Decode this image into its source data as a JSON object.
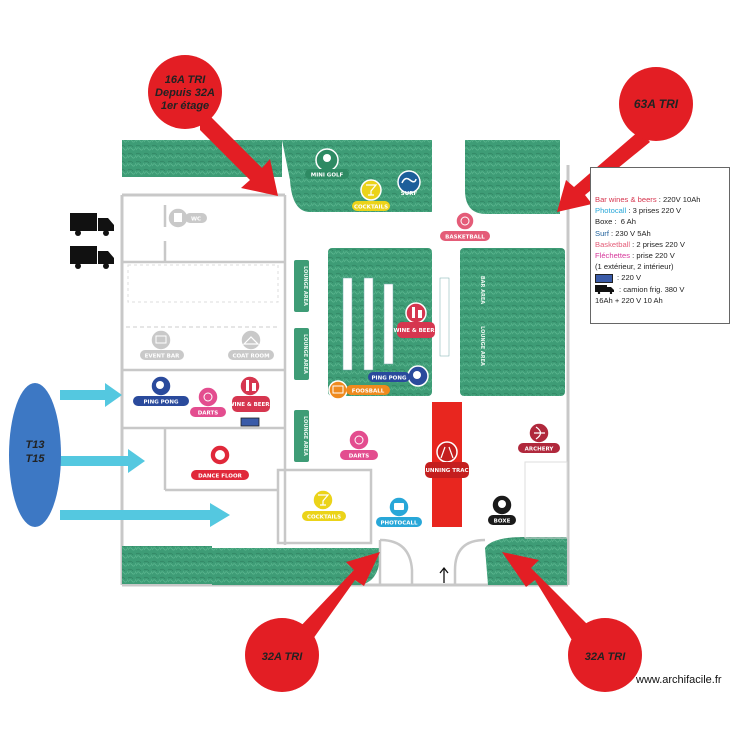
{
  "circles": [
    {
      "id": "top-left",
      "lines": [
        "16A TRI",
        "Depuis 32A",
        "1er étage"
      ]
    },
    {
      "id": "top-right",
      "lines": [
        "63A TRI"
      ]
    },
    {
      "id": "left",
      "lines": [
        "T13",
        "T15"
      ]
    },
    {
      "id": "bottom-left",
      "lines": [
        "32A TRI"
      ]
    },
    {
      "id": "bottom-right",
      "lines": [
        "32A TRI"
      ]
    }
  ],
  "zones": {
    "mini_golf": "MINI GOLF",
    "cocktails_top": "COCKTAILS",
    "surf": "SURF",
    "basketball": "BASKETBALL",
    "wc": "WC",
    "event_bar": "EVENT BAR",
    "coat_room": "COAT ROOM",
    "ping_pong_left": "PING PONG",
    "darts_left": "DARTS",
    "wine_beers_left": "WINE & BEERS",
    "dance_floor": "DANCE FLOOR",
    "cocktails_bottom": "COCKTAILS",
    "photocall": "PHOTOCALL",
    "boxe": "BOXE",
    "running_track": "RUNNING TRACK",
    "archery": "ARCHERY",
    "darts_center": "DARTS",
    "foosball": "FOOSBALL",
    "ping_pong_center": "PING PONG",
    "wine_beers_center": "WINE & BEERS",
    "lounge_1": "LOUNGE AREA",
    "lounge_2": "LOUNGE AREA",
    "lounge_3": "LOUNGE AREA",
    "bar_right": "BAR AREA",
    "lounge_right": "LOUNGE AREA"
  },
  "legend": {
    "rows": [
      {
        "label": "Bar wines & beers",
        "value": " : 220V 10Ah",
        "color": "#d6364f"
      },
      {
        "label": "Photocall",
        "value": " : 3 prises 220 V",
        "color": "#28a7d8"
      },
      {
        "label": "Boxe",
        "value": " :  6 Ah",
        "color": "#222222"
      },
      {
        "label": "Surf",
        "value": " : 230 V 5Ah",
        "color": "#1d5f9a"
      },
      {
        "label": "Basketball",
        "value": " : 2 prises 220 V",
        "color": "#e45c78"
      },
      {
        "label": "Fléchettes",
        "value": " : prise 220 V",
        "color": "#d6369a"
      },
      {
        "label": "",
        "value": "(1 extérieur, 2 intérieur)",
        "color": "#222222"
      }
    ],
    "swatch_text": " : 220 V",
    "swatch_color": "#3a5ba8",
    "truck_text": " : camion frig. 380 V",
    "last_line": "16Ah + 220 V 10 Ah"
  },
  "credit": "www.archifacile.fr",
  "colors": {
    "grass": "#3e9c76",
    "red": "#e31e24",
    "arrow_blue": "#54c8e0",
    "circle_blue": "#3d78c4",
    "track": "#e8261f",
    "wall": "#c8c8c8"
  }
}
